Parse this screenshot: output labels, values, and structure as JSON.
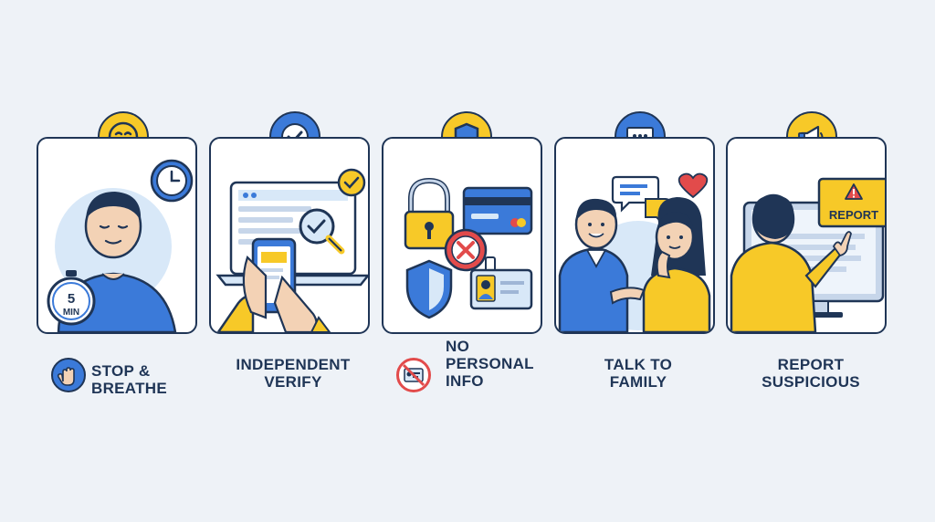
{
  "colors": {
    "navy": "#1f3556",
    "blue": "#3b7ad9",
    "yellow": "#f7c928",
    "red": "#e24b4b",
    "skin": "#f3d2b5",
    "light_blue": "#d8e8f8",
    "background": "#eef2f7"
  },
  "steps": [
    {
      "icon": "smiley-face-icon",
      "label_lines": [
        "STOP &",
        "BREATHE"
      ],
      "timer_text": [
        "5",
        "MIN"
      ],
      "label_icon": "raised-hand-icon"
    },
    {
      "icon": "checkmark-icon",
      "label_lines": [
        "INDEPENDENT",
        "VERIFY"
      ]
    },
    {
      "icon": "shield-icon",
      "label_lines": [
        "NO",
        "PERSONAL",
        "INFO"
      ],
      "label_icon": "no-id-card-icon"
    },
    {
      "icon": "chat-bubble-icon",
      "label_lines": [
        "TALK TO",
        "FAMILY"
      ]
    },
    {
      "icon": "megaphone-icon",
      "label_lines": [
        "REPORT",
        "SUSPICIOUS"
      ],
      "sign_text": "REPORT"
    }
  ]
}
